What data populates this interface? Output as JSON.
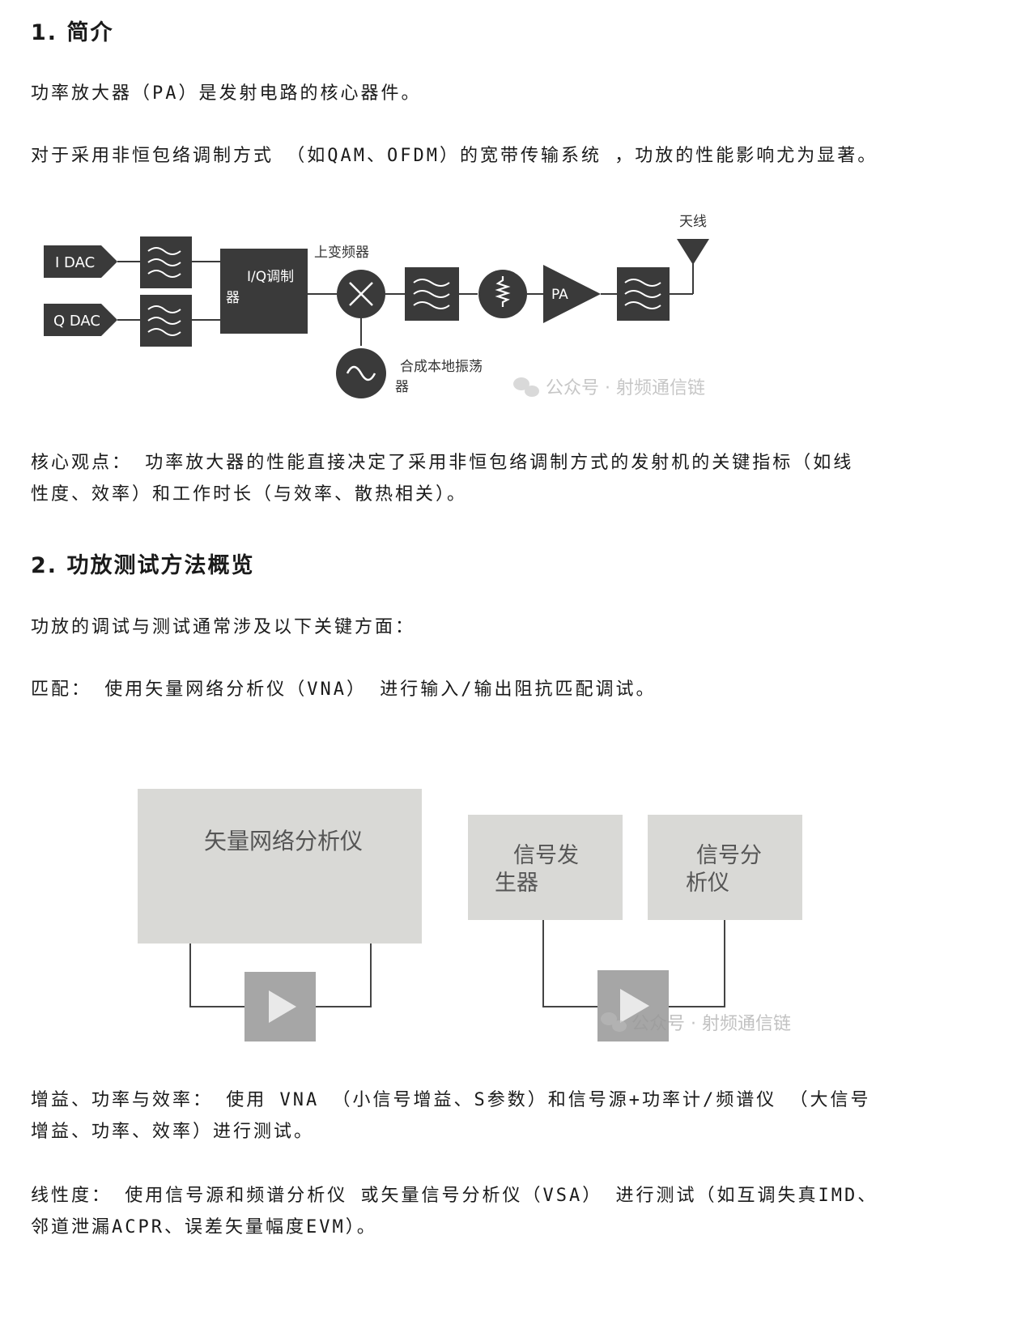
{
  "section1": {
    "heading": "1.  简介",
    "para1": "功率放大器（PA）是发射电路的核心器件。",
    "para2": "对于采用非恒包络调制方式 （如QAM、OFDM）的宽带传输系统 ，功放的性能影响尤为显著。",
    "diagram": {
      "i_dac": "I DAC",
      "q_dac": "Q DAC",
      "iq_mod_line1": "I/Q调制",
      "iq_mod_line2": "器",
      "upconverter": "上变频器",
      "lo_line1": "合成本地振荡",
      "lo_line2": "器",
      "pa": "PA",
      "antenna": "天线"
    },
    "core_line1": "核心观点： 功率放大器的性能直接决定了采用非恒包络调制方式的发射机的关键指标（如线",
    "core_line2": "性度、效率）和工作时长（与效率、散热相关）。"
  },
  "section2": {
    "heading": "2.  功放测试方法概览",
    "intro": "功放的调试与测试通常涉及以下关键方面：",
    "matching": "匹配： 使用矢量网络分析仪（VNA） 进行输入/输出阻抗匹配调试。",
    "diagram": {
      "vna": "矢量网络分析仪",
      "sg_line1": "信号发",
      "sg_line2": "生器",
      "sa_line1": "信号分",
      "sa_line2": "析仪"
    },
    "gain_line1": "增益、功率与效率： 使用 VNA （小信号增益、S参数）和信号源+功率计/频谱仪 （大信号",
    "gain_line2": "增益、功率、效率）进行测试。",
    "lin_line1": "线性度： 使用信号源和频谱分析仪 或矢量信号分析仪（VSA） 进行测试（如互调失真IMD、",
    "lin_line2": "邻道泄漏ACPR、误差矢量幅度EVM）。"
  },
  "watermark": "公众号 · 射频通信链",
  "colors": {
    "block_dark": "#3a3a3a",
    "block_light": "#d9d9d6",
    "dut_gray": "#a6a6a6"
  }
}
